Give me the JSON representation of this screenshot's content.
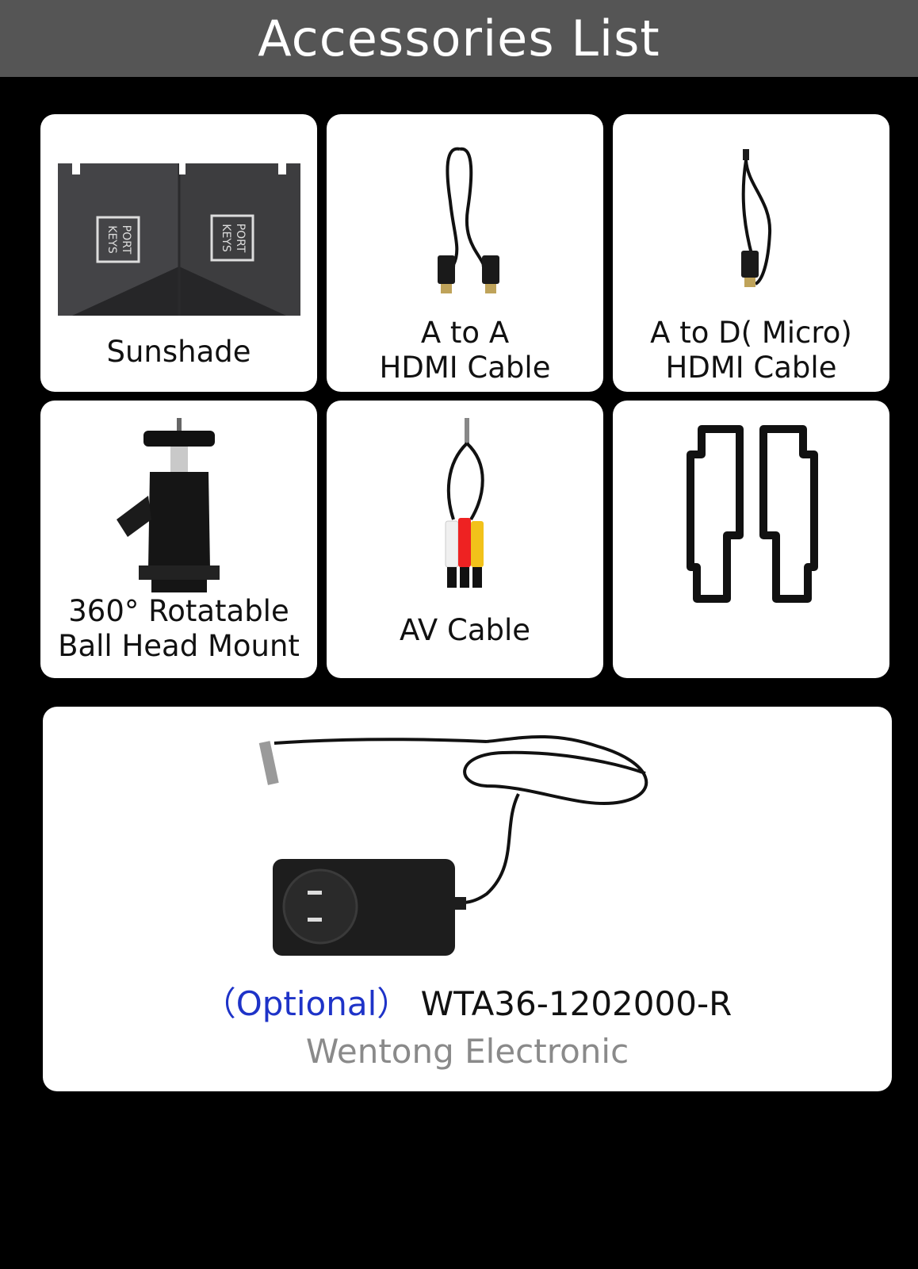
{
  "header": {
    "title": "Accessories List"
  },
  "items": [
    {
      "label": "Sunshade"
    },
    {
      "label_lines": [
        "A to A",
        "HDMI Cable"
      ]
    },
    {
      "label_lines": [
        "A to D( Micro)",
        "HDMI Cable"
      ]
    },
    {
      "label_lines": [
        "360° Rotatable",
        "Ball Head Mount"
      ]
    },
    {
      "label": "AV Cable"
    },
    {
      "label": ""
    }
  ],
  "sunshade_logo": [
    "PORT",
    "KEYS"
  ],
  "adapter": {
    "optional": "（Optional）",
    "model": "WTA36-1202000-R",
    "maker": "Wentong Electronic"
  },
  "colors": {
    "optional_text": "#1e33c8",
    "maker_text": "#8a8a8a",
    "header_bg": "#555555"
  }
}
